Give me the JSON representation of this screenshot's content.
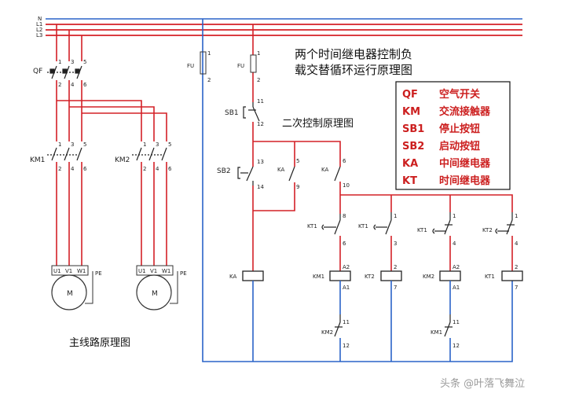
{
  "phases": [
    "N",
    "L1",
    "L2",
    "L3"
  ],
  "main": {
    "breaker_label": "QF",
    "terminals_top": [
      "1",
      "3",
      "5"
    ],
    "terminals_bottom": [
      "2",
      "4",
      "6"
    ],
    "contactor1_label": "KM1",
    "contactor2_label": "KM2",
    "motor_terminals": [
      "U1",
      "V1",
      "W1"
    ],
    "pe_label": "PE",
    "motor_label": "M",
    "caption": "主线路原理图"
  },
  "control": {
    "fuse_label": "FU",
    "fuse_terminal_top": "1",
    "fuse_terminal_bottom": "2",
    "sb1_label": "SB1",
    "sb1_terminals": [
      "11",
      "12"
    ],
    "sb2_label": "SB2",
    "sb2_terminals": [
      "13",
      "14"
    ],
    "ka_self_label": "KA",
    "ka_self_terminals": [
      "5",
      "9"
    ],
    "ka_main_label": "KA",
    "ka_main_terminals": [
      "6",
      "10"
    ],
    "kt1_a_label": "KT1",
    "kt1_a_terminals": [
      "8",
      "6"
    ],
    "kt1_b_label": "KT1",
    "kt1_b_terminals": [
      "1",
      "3"
    ],
    "kt1_c_label": "KT1",
    "kt1_c_terminals": [
      "1",
      "4"
    ],
    "kt2_label": "KT2",
    "kt2_terminals": [
      "1",
      "4"
    ],
    "coil_ka_label": "KA",
    "coil_km1_label": "KM1",
    "coil_kt2_label": "KT2",
    "coil_km2_label": "KM2",
    "coil_kt1_label": "KT1",
    "coil_top_terminals": [
      "A2",
      "2",
      "A2",
      "2"
    ],
    "coil_bottom_terminals": [
      "A1",
      "7",
      "A1",
      "7"
    ],
    "interlock_km2_label": "KM2",
    "interlock_km1_label": "KM1",
    "interlock_terminals": [
      "11",
      "12"
    ],
    "caption": "二次控制原理图"
  },
  "title_line1": "两个时间继电器控制负",
  "title_line2": "载交替循环运行原理图",
  "legend": [
    {
      "code": "QF",
      "desc": "空气开关"
    },
    {
      "code": "KM",
      "desc": "交流接触器"
    },
    {
      "code": "SB1",
      "desc": "停止按钮"
    },
    {
      "code": "SB2",
      "desc": "启动按钮"
    },
    {
      "code": "KA",
      "desc": "中间继电器"
    },
    {
      "code": "KT",
      "desc": "时间继电器"
    }
  ],
  "watermark": "头条 @叶落飞舞泣",
  "colors": {
    "phase": "#d42027",
    "neutral": "#2a63c8",
    "wire": "#555555",
    "legend_text": "#cc1f1f"
  }
}
